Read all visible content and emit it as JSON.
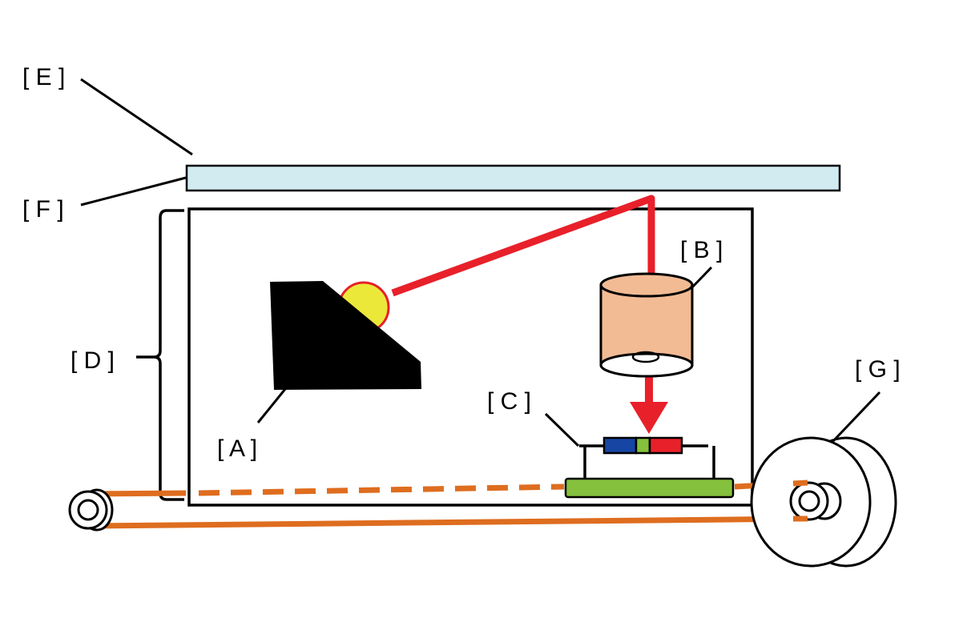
{
  "labels": {
    "a": "[ A ]",
    "b": "[ B ]",
    "c": "[ C ]",
    "d": "[ D ]",
    "e": "[ E ]",
    "f": "[ F ]",
    "g": "[ G ]"
  },
  "colors": {
    "light_beam": "#e8202a",
    "lamp_bulb": "#ece83a",
    "lens_body": "#f2bb94",
    "sensor_board": "#85c13d",
    "sensor_blue": "#1745a4",
    "sensor_green": "#85c13d",
    "sensor_red": "#e8202a",
    "glass": "#d2ebf1",
    "drive_belt": "#de6d1f",
    "outline": "#000000"
  }
}
